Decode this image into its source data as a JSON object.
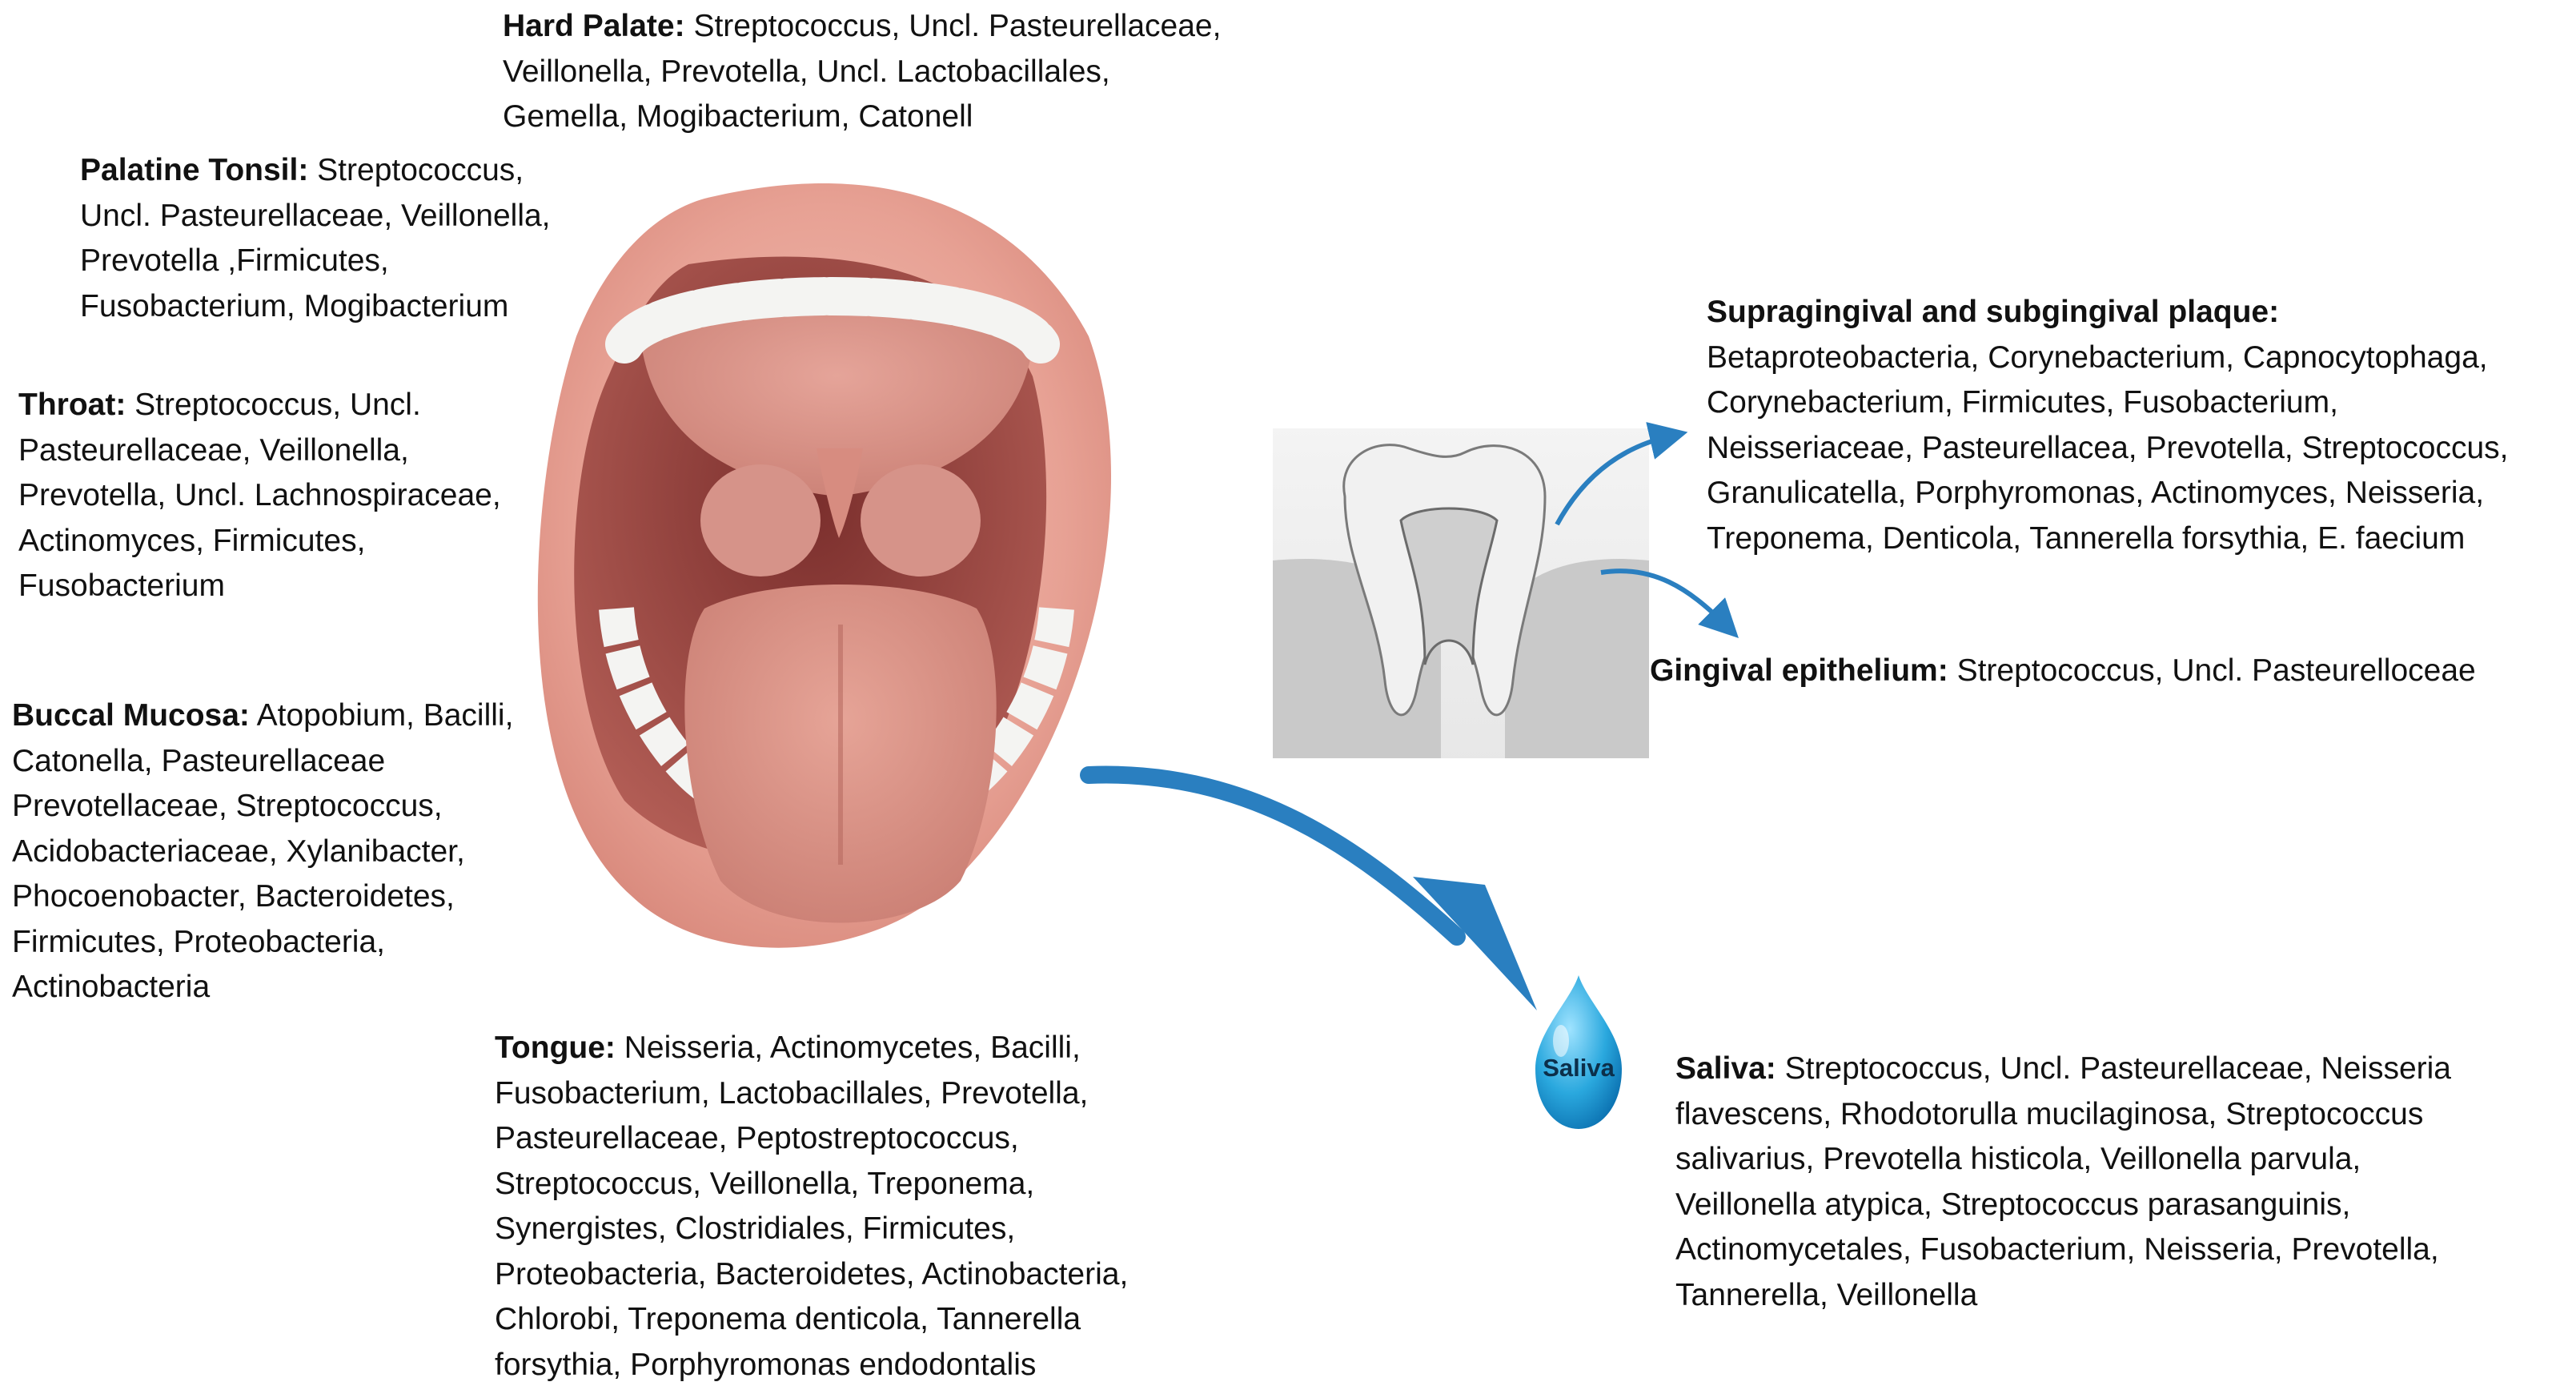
{
  "colors": {
    "arrow": "#2a7fc0",
    "lip": "#e9a59a",
    "mouth_inner": "#a4514b",
    "tongue": "#d98f84",
    "tooth": "#f4f4f2",
    "drop": "#29a6dc"
  },
  "labels": {
    "hard_palate": {
      "title": "Hard Palate:",
      "lines": [
        "Streptococcus, Uncl. Pasteurellaceae,",
        "Veillonella, Prevotella, Uncl. Lactobacillales,",
        "Gemella, Mogibacterium, Catonell"
      ]
    },
    "palatine_tonsil": {
      "title": "Palatine Tonsil:",
      "lines": [
        "Streptococcus,",
        "Uncl. Pasteurellaceae, Veillonella,",
        "Prevotella ,Firmicutes,",
        "Fusobacterium, Mogibacterium"
      ]
    },
    "throat": {
      "title": "Throat:",
      "lines": [
        "Streptococcus, Uncl.",
        "Pasteurellaceae, Veillonella,",
        "Prevotella, Uncl. Lachnospiraceae,",
        "Actinomyces, Firmicutes,",
        "Fusobacterium"
      ]
    },
    "buccal_mucosa": {
      "title": "Buccal Mucosa:",
      "lines": [
        "Atopobium, Bacilli,",
        "Catonella, Pasteurellaceae",
        "Prevotellaceae, Streptococcus,",
        "Acidobacteriaceae, Xylanibacter,",
        "Phocoenobacter, Bacteroidetes,",
        "Firmicutes, Proteobacteria,",
        "Actinobacteria"
      ]
    },
    "tongue": {
      "title": "Tongue:",
      "lines": [
        "Neisseria, Actinomycetes, Bacilli,",
        "Fusobacterium, Lactobacillales, Prevotella,",
        "Pasteurellaceae, Peptostreptococcus,",
        "Streptococcus, Veillonella, Treponema,",
        "Synergistes, Clostridiales, Firmicutes,",
        "Proteobacteria, Bacteroidetes, Actinobacteria,",
        "Chlorobi, Treponema denticola, Tannerella",
        "forsythia, Porphyromonas endodontalis"
      ]
    },
    "plaque": {
      "title": "Supragingival and subgingival plaque:",
      "lines": [
        "Betaproteobacteria, Corynebacterium, Capnocytophaga,",
        "Corynebacterium, Firmicutes, Fusobacterium,",
        "Neisseriaceae, Pasteurellacea, Prevotella, Streptococcus,",
        "Granulicatella, Porphyromonas, Actinomyces, Neisseria,",
        "Treponema, Denticola, Tannerella forsythia, E. faecium"
      ]
    },
    "gingival_epithelium": {
      "title": "Gingival epithelium:",
      "lines": [
        "Streptococcus, Uncl. Pasteurelloceae"
      ]
    },
    "saliva": {
      "title": "Saliva:",
      "lines": [
        "Streptococcus, Uncl. Pasteurellaceae, Neisseria",
        "flavescens, Rhodotorulla mucilaginosa, Streptococcus",
        "salivarius, Prevotella histicola, Veillonella parvula,",
        "Veillonella atypica, Streptococcus  parasanguinis,",
        "Actinomycetales, Fusobacterium, Neisseria, Prevotella,",
        "Tannerella, Veillonella"
      ]
    }
  },
  "drop_label": "Saliva"
}
